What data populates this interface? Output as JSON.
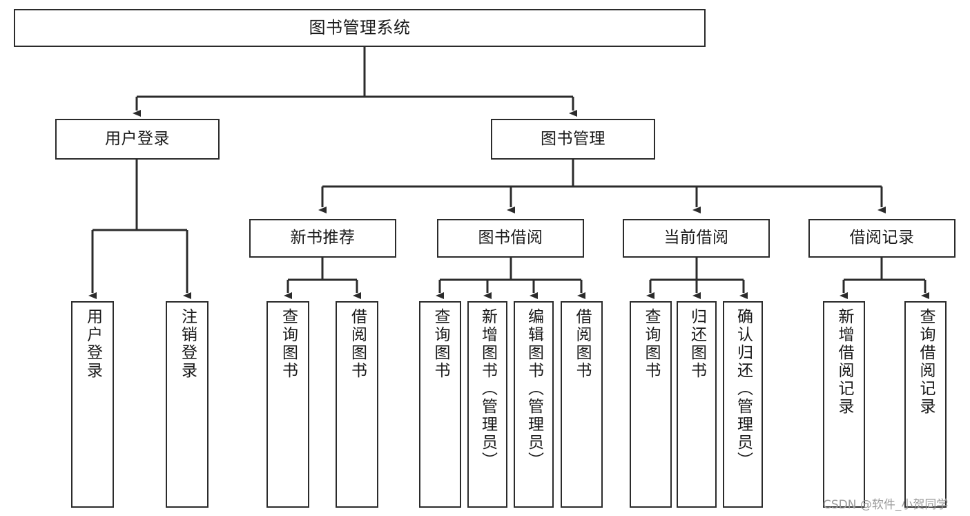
{
  "diagram": {
    "title": "图书管理系统",
    "watermark": "CSDN @软件_小贺同学",
    "stroke_color": "#2b2b2b",
    "background_color": "#ffffff",
    "text_color": "#1a1a1a",
    "watermark_color": "#9a9a9a",
    "root": {
      "label": "图书管理系统"
    },
    "level1": [
      {
        "label": "用户登录"
      },
      {
        "label": "图书管理"
      }
    ],
    "level2": [
      {
        "label": "新书推荐"
      },
      {
        "label": "图书借阅"
      },
      {
        "label": "当前借阅"
      },
      {
        "label": "借阅记录"
      }
    ],
    "leaves": {
      "user_login": [
        {
          "label": "用户登录"
        },
        {
          "label": "注销登录"
        }
      ],
      "new_book": [
        {
          "label": "查询图书"
        },
        {
          "label": "借阅图书"
        }
      ],
      "book_borrow": [
        {
          "label": "查询图书"
        },
        {
          "label": "新增图书（管理员）"
        },
        {
          "label": "编辑图书（管理员）"
        },
        {
          "label": "借阅图书"
        }
      ],
      "current_borrow": [
        {
          "label": "查询图书"
        },
        {
          "label": "归还图书"
        },
        {
          "label": "确认归还（管理员）"
        }
      ],
      "borrow_record": [
        {
          "label": "新增借阅记录"
        },
        {
          "label": "查询借阅记录"
        }
      ]
    }
  }
}
